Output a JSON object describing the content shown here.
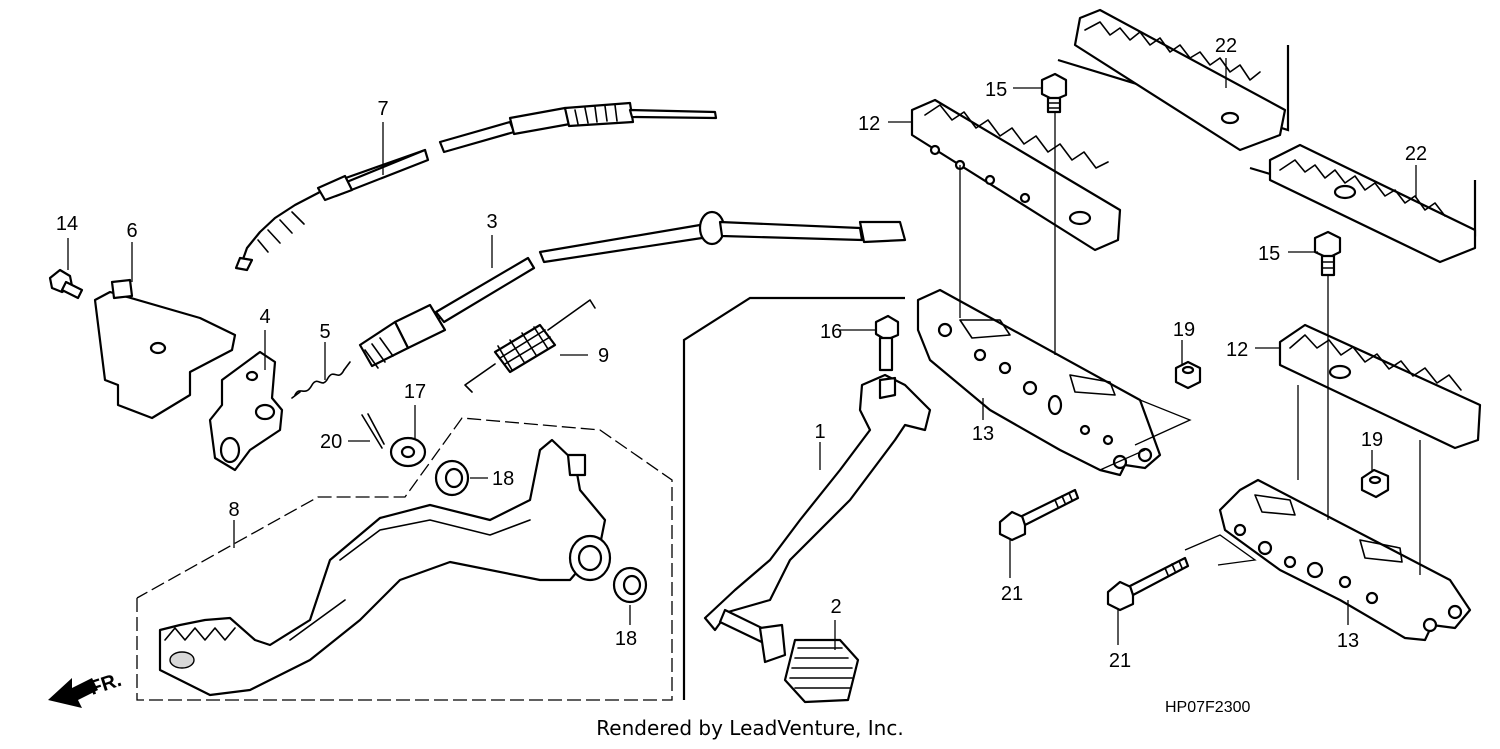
{
  "diagram": {
    "drawing_code": "HP07F2300",
    "credit": "Rendered by LeadVenture, Inc.",
    "direction_label": "FR.",
    "callouts": [
      {
        "id": "c1",
        "label": "1"
      },
      {
        "id": "c2",
        "label": "2"
      },
      {
        "id": "c3",
        "label": "3"
      },
      {
        "id": "c4",
        "label": "4"
      },
      {
        "id": "c5",
        "label": "5"
      },
      {
        "id": "c6",
        "label": "6"
      },
      {
        "id": "c7",
        "label": "7"
      },
      {
        "id": "c8",
        "label": "8"
      },
      {
        "id": "c9",
        "label": "9"
      },
      {
        "id": "c12a",
        "label": "12"
      },
      {
        "id": "c12b",
        "label": "12"
      },
      {
        "id": "c13a",
        "label": "13"
      },
      {
        "id": "c13b",
        "label": "13"
      },
      {
        "id": "c14",
        "label": "14"
      },
      {
        "id": "c15a",
        "label": "15"
      },
      {
        "id": "c15b",
        "label": "15"
      },
      {
        "id": "c16",
        "label": "16"
      },
      {
        "id": "c17",
        "label": "17"
      },
      {
        "id": "c18a",
        "label": "18"
      },
      {
        "id": "c18b",
        "label": "18"
      },
      {
        "id": "c19a",
        "label": "19"
      },
      {
        "id": "c19b",
        "label": "19"
      },
      {
        "id": "c20",
        "label": "20"
      },
      {
        "id": "c21a",
        "label": "21"
      },
      {
        "id": "c21b",
        "label": "21"
      },
      {
        "id": "c22a",
        "label": "22"
      },
      {
        "id": "c22b",
        "label": "22"
      }
    ]
  }
}
